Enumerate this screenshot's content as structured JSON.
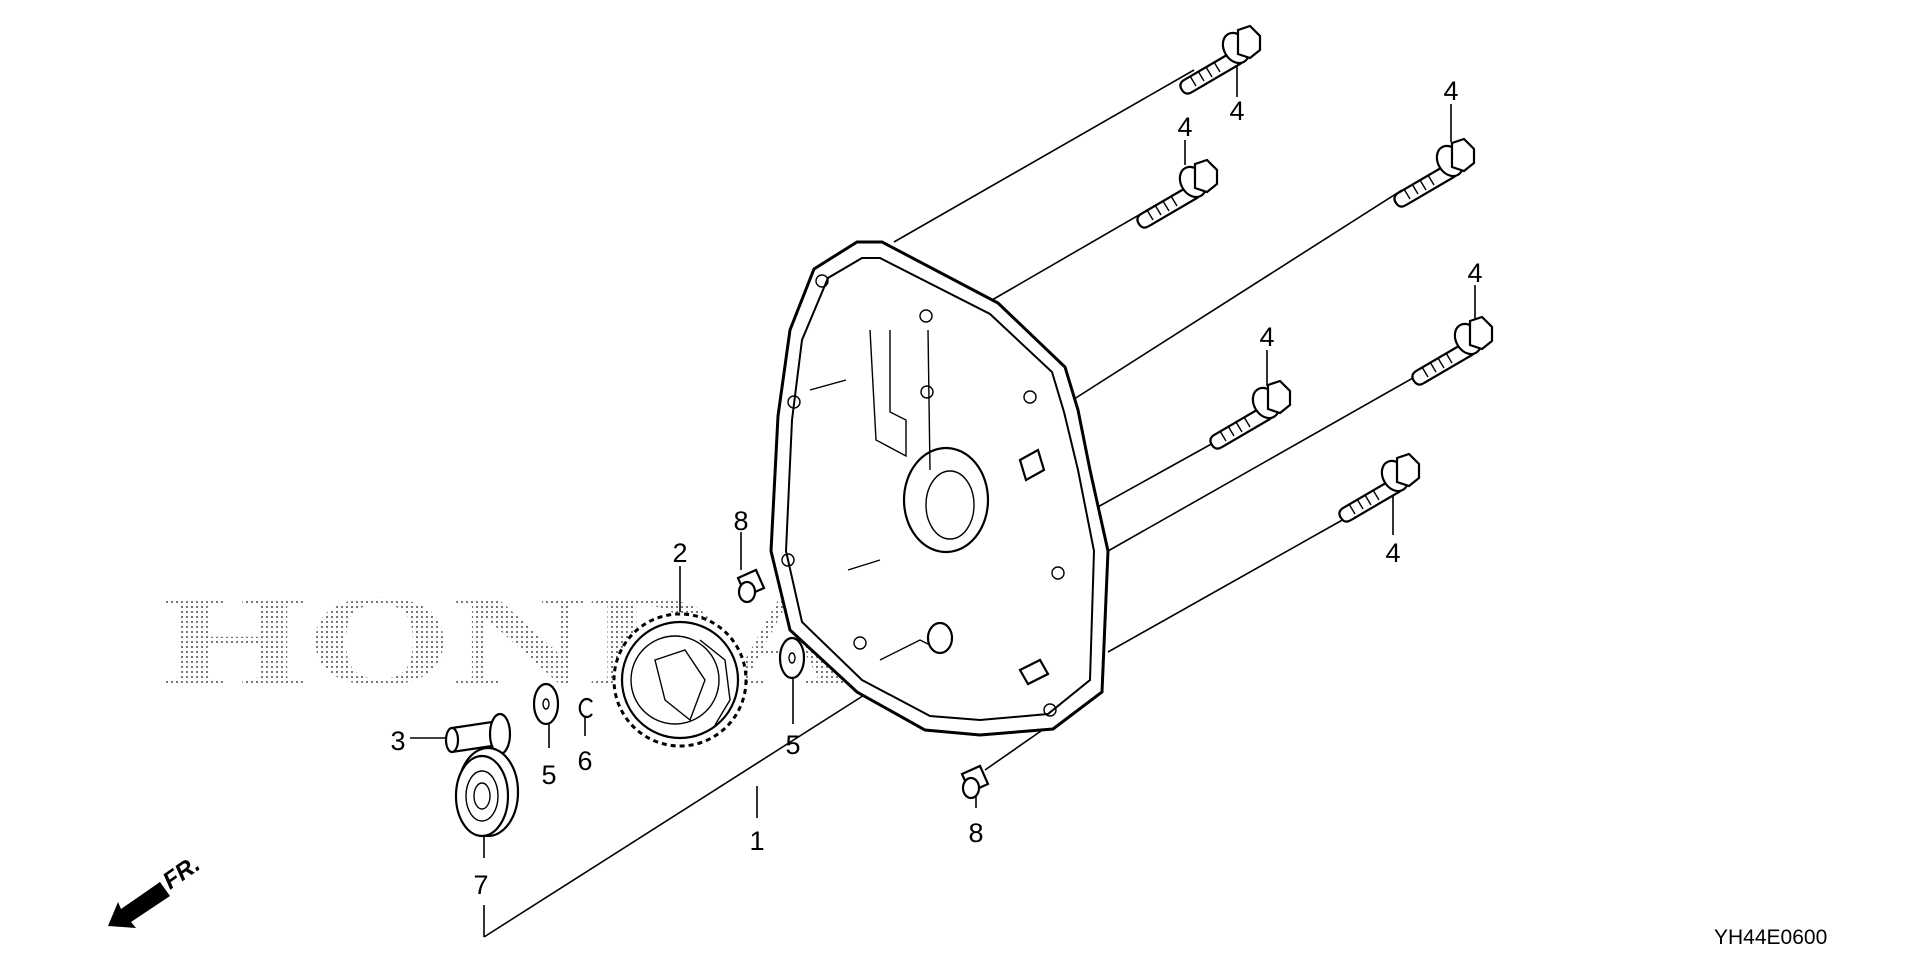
{
  "watermark": "HONDA",
  "direction_label": "FR.",
  "diagram_code": "YH44E0600",
  "callouts": {
    "cover": "1",
    "gear": "2",
    "pin": "3",
    "bolt_1": "4",
    "bolt_2": "4",
    "bolt_3": "4",
    "bolt_4": "4",
    "bolt_5": "4",
    "bolt_6": "4",
    "washer_left": "5",
    "washer_right": "5",
    "clip": "6",
    "bearing": "7",
    "dowel_upper": "8",
    "dowel_lower": "8"
  }
}
